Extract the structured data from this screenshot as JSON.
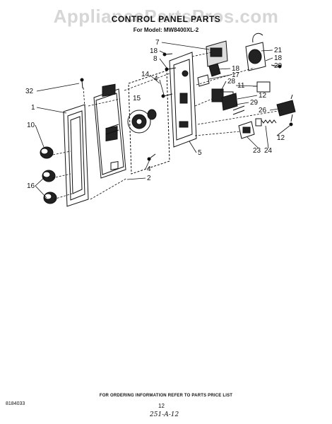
{
  "watermark": "AppliancePartsPros.com",
  "title": "CONTROL PANEL PARTS",
  "model_line": "For Model: MW8400XL-2",
  "callouts": [
    "7",
    "18",
    "8",
    "4",
    "14",
    "15",
    "32",
    "1",
    "10",
    "16",
    "2",
    "4",
    "5",
    "21",
    "18",
    "20",
    "18",
    "17",
    "11",
    "28",
    "12",
    "29",
    "26",
    "12",
    "24",
    "23"
  ],
  "footer_note": "FOR ORDERING INFORMATION REFER TO PARTS PRICE LIST",
  "doc_number": "8184033",
  "page_number": "12",
  "handwritten_note": "251-A-12"
}
